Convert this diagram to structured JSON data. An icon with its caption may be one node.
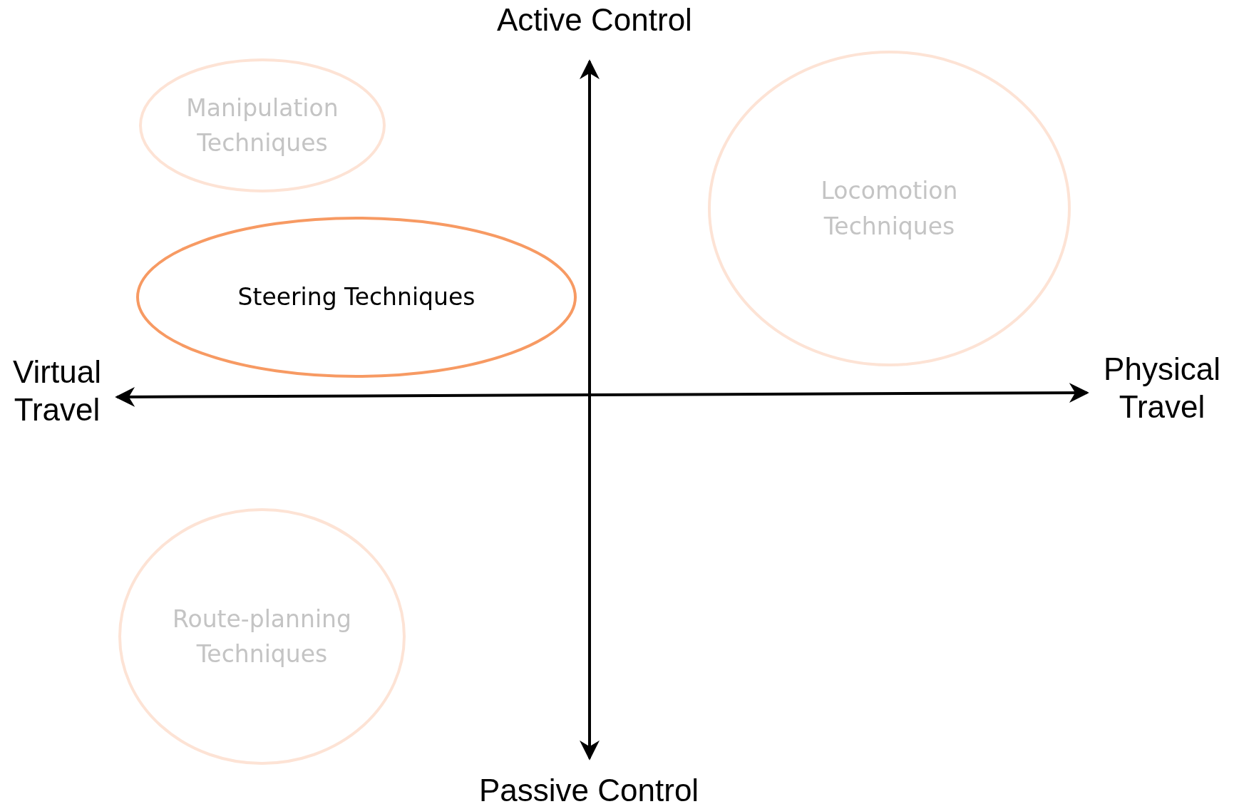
{
  "diagram": {
    "nodes": [
      {
        "text": [
          "Manipulation Techniques"
        ]
      },
      {
        "text": [
          "Steering Techniques"
        ]
      },
      {
        "text": [
          "Locomotion Techniques"
        ]
      },
      {
        "text": [
          "Route-planning Techniques"
        ]
      }
    ],
    "labels": [
      "Active Control",
      "Virtual Travel",
      "Physical Travel",
      "Passive Control"
    ]
  }
}
